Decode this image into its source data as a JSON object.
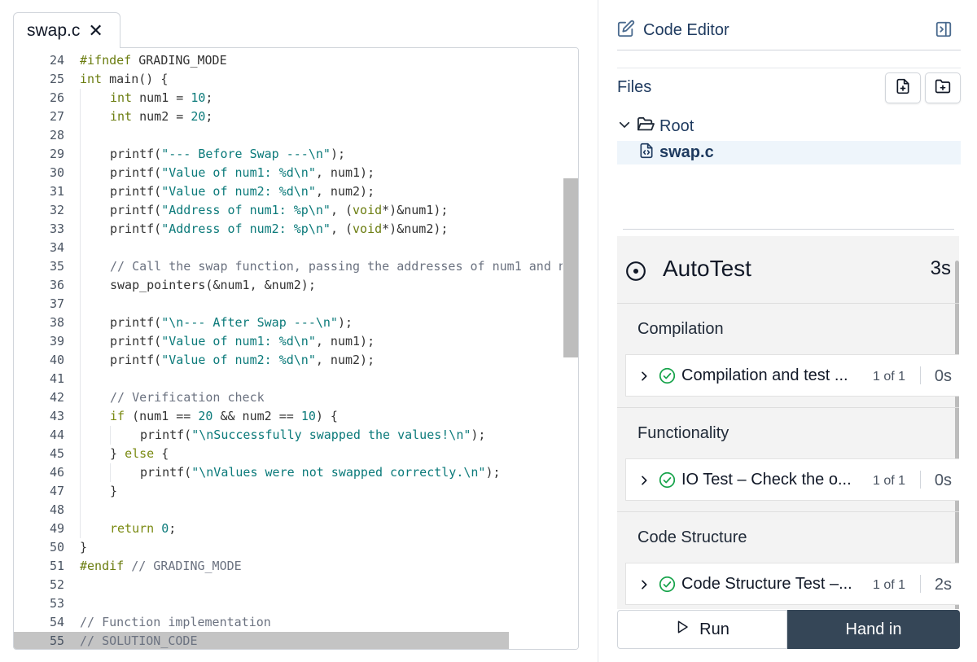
{
  "editor": {
    "tab_label": "swap.c",
    "close_glyph": "✕",
    "lines": [
      {
        "n": "24",
        "indent": 0,
        "tokens": [
          [
            "pp",
            "#ifndef"
          ],
          [
            "",
            " GRADING_MODE"
          ]
        ]
      },
      {
        "n": "25",
        "indent": 0,
        "tokens": [
          [
            "kw-type",
            "int"
          ],
          [
            "",
            " main() {"
          ]
        ]
      },
      {
        "n": "26",
        "indent": 1,
        "tokens": [
          [
            "kw-type",
            "int"
          ],
          [
            "",
            " num1 = "
          ],
          [
            "num",
            "10"
          ],
          [
            "",
            ";"
          ]
        ]
      },
      {
        "n": "27",
        "indent": 1,
        "tokens": [
          [
            "kw-type",
            "int"
          ],
          [
            "",
            " num2 = "
          ],
          [
            "num",
            "20"
          ],
          [
            "",
            ";"
          ]
        ]
      },
      {
        "n": "28",
        "indent": 1,
        "tokens": []
      },
      {
        "n": "29",
        "indent": 1,
        "tokens": [
          [
            "",
            "printf("
          ],
          [
            "str",
            "\"--- Before Swap ---\\n\""
          ],
          [
            "",
            ");"
          ]
        ]
      },
      {
        "n": "30",
        "indent": 1,
        "tokens": [
          [
            "",
            "printf("
          ],
          [
            "str",
            "\"Value of num1: %d\\n\""
          ],
          [
            "",
            ", num1);"
          ]
        ]
      },
      {
        "n": "31",
        "indent": 1,
        "tokens": [
          [
            "",
            "printf("
          ],
          [
            "str",
            "\"Value of num2: %d\\n\""
          ],
          [
            "",
            ", num2);"
          ]
        ]
      },
      {
        "n": "32",
        "indent": 1,
        "tokens": [
          [
            "",
            "printf("
          ],
          [
            "str",
            "\"Address of num1: %p\\n\""
          ],
          [
            "",
            ", ("
          ],
          [
            "kw-type",
            "void"
          ],
          [
            "",
            "*)&num1);"
          ]
        ]
      },
      {
        "n": "33",
        "indent": 1,
        "tokens": [
          [
            "",
            "printf("
          ],
          [
            "str",
            "\"Address of num2: %p\\n\""
          ],
          [
            "",
            ", ("
          ],
          [
            "kw-type",
            "void"
          ],
          [
            "",
            "*)&num2);"
          ]
        ]
      },
      {
        "n": "34",
        "indent": 1,
        "tokens": []
      },
      {
        "n": "35",
        "indent": 1,
        "tokens": [
          [
            "cmt",
            "// Call the swap function, passing the addresses of num1 and n"
          ]
        ]
      },
      {
        "n": "36",
        "indent": 1,
        "tokens": [
          [
            "",
            "swap_pointers(&num1, &num2);"
          ]
        ]
      },
      {
        "n": "37",
        "indent": 1,
        "tokens": []
      },
      {
        "n": "38",
        "indent": 1,
        "tokens": [
          [
            "",
            "printf("
          ],
          [
            "str",
            "\"\\n--- After Swap ---\\n\""
          ],
          [
            "",
            ");"
          ]
        ]
      },
      {
        "n": "39",
        "indent": 1,
        "tokens": [
          [
            "",
            "printf("
          ],
          [
            "str",
            "\"Value of num1: %d\\n\""
          ],
          [
            "",
            ", num1);"
          ]
        ]
      },
      {
        "n": "40",
        "indent": 1,
        "tokens": [
          [
            "",
            "printf("
          ],
          [
            "str",
            "\"Value of num2: %d\\n\""
          ],
          [
            "",
            ", num2);"
          ]
        ]
      },
      {
        "n": "41",
        "indent": 1,
        "tokens": []
      },
      {
        "n": "42",
        "indent": 1,
        "tokens": [
          [
            "cmt",
            "// Verification check"
          ]
        ]
      },
      {
        "n": "43",
        "indent": 1,
        "tokens": [
          [
            "kw-ctrl",
            "if"
          ],
          [
            "",
            " (num1 == "
          ],
          [
            "num",
            "20"
          ],
          [
            "",
            " && num2 == "
          ],
          [
            "num",
            "10"
          ],
          [
            "",
            ") {"
          ]
        ]
      },
      {
        "n": "44",
        "indent": 2,
        "tokens": [
          [
            "",
            "printf("
          ],
          [
            "str",
            "\"\\nSuccessfully swapped the values!\\n\""
          ],
          [
            "",
            ");"
          ]
        ]
      },
      {
        "n": "45",
        "indent": 1,
        "tokens": [
          [
            "",
            "} "
          ],
          [
            "kw-ctrl",
            "else"
          ],
          [
            "",
            " {"
          ]
        ]
      },
      {
        "n": "46",
        "indent": 2,
        "tokens": [
          [
            "",
            "printf("
          ],
          [
            "str",
            "\"\\nValues were not swapped correctly.\\n\""
          ],
          [
            "",
            ");"
          ]
        ]
      },
      {
        "n": "47",
        "indent": 1,
        "tokens": [
          [
            "",
            "}"
          ]
        ]
      },
      {
        "n": "48",
        "indent": 1,
        "tokens": []
      },
      {
        "n": "49",
        "indent": 1,
        "tokens": [
          [
            "kw-ctrl",
            "return"
          ],
          [
            "",
            " "
          ],
          [
            "num",
            "0"
          ],
          [
            "",
            ";"
          ]
        ]
      },
      {
        "n": "50",
        "indent": 0,
        "tokens": [
          [
            "",
            "}"
          ]
        ]
      },
      {
        "n": "51",
        "indent": 0,
        "tokens": [
          [
            "pp",
            "#endif"
          ],
          [
            "",
            " "
          ],
          [
            "cmt",
            "// GRADING_MODE"
          ]
        ]
      },
      {
        "n": "52",
        "indent": 0,
        "tokens": []
      },
      {
        "n": "53",
        "indent": 0,
        "tokens": []
      },
      {
        "n": "54",
        "indent": 0,
        "tokens": [
          [
            "cmt",
            "// Function implementation"
          ]
        ]
      },
      {
        "n": "55",
        "indent": 0,
        "selected": true,
        "tokens": [
          [
            "cmt",
            "// SOLUTION_CODE"
          ]
        ]
      }
    ]
  },
  "panel": {
    "title": "Code Editor",
    "files_title": "Files",
    "root_label": "Root",
    "file_label": "swap.c",
    "autotest": {
      "title": "AutoTest",
      "time": "3s",
      "sections": [
        {
          "title": "Compilation",
          "test": {
            "name": "Compilation and test ...",
            "count": "1 of 1",
            "duration": "0s"
          }
        },
        {
          "title": "Functionality",
          "test": {
            "name": "IO Test – Check the o...",
            "count": "1 of 1",
            "duration": "0s"
          }
        },
        {
          "title": "Code Structure",
          "test": {
            "name": "Code Structure Test –...",
            "count": "1 of 1",
            "duration": "2s"
          }
        }
      ]
    },
    "run_label": "Run",
    "handin_label": "Hand in"
  },
  "colors": {
    "accent": "#1e3a5f",
    "success": "#16a34a",
    "handin_bg": "#354657"
  }
}
